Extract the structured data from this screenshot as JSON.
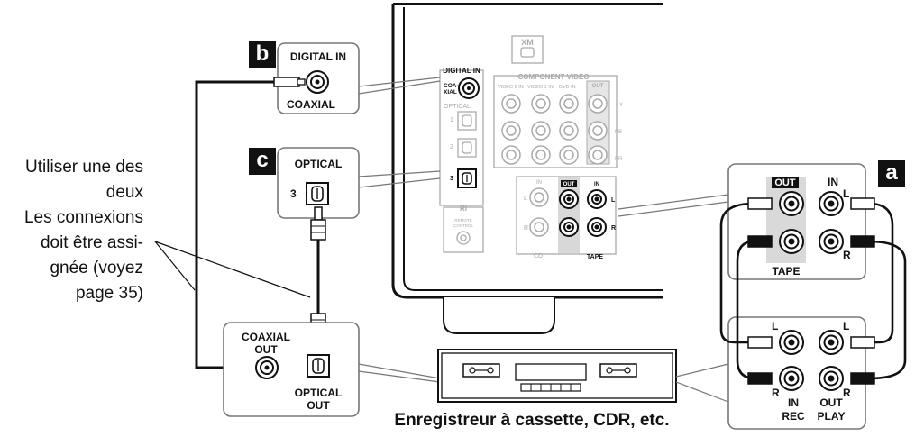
{
  "badges": {
    "b": "b",
    "c": "c",
    "a": "a"
  },
  "note": {
    "line1": "Utiliser une des",
    "line2": "deux",
    "line3": "Les connexions",
    "line4": "doit être assi-",
    "line5": "gnée (voyez",
    "line6": "page 35)"
  },
  "callout_b": {
    "title": "DIGITAL IN",
    "sub": "COAXIAL"
  },
  "callout_c": {
    "title": "OPTICAL",
    "number": "3"
  },
  "receiver": {
    "xm": "XM",
    "digital_in": "DIGITAL IN",
    "coaxial_a": "COA-",
    "coaxial_b": "XIAL",
    "optical": "OPTICAL",
    "opt1": "1",
    "opt2": "2",
    "opt3": "3",
    "component_video": "COMPONENT VIDEO",
    "video2_in": "VIDEO 2 IN",
    "video1_in": "VIDEO 1 IN",
    "dvd_in": "DVD IN",
    "out": "OUT",
    "y": "Y",
    "pb": "PB",
    "pr": "PR",
    "ri": "RI",
    "remote": "REMOTE",
    "control": "CONTROL",
    "in_label": "IN",
    "tape_out": "OUT",
    "tape_in": "IN",
    "l": "L",
    "r": "R",
    "cd": "CD",
    "tape": "TAPE"
  },
  "tape_panel": {
    "out": "OUT",
    "in": "IN",
    "l": "L",
    "r": "R",
    "tape": "TAPE"
  },
  "rec_panel": {
    "l": "L",
    "r": "R",
    "in": "IN",
    "out": "OUT",
    "rec": "REC",
    "play": "PLAY"
  },
  "device_panel": {
    "coax1": "COAXIAL",
    "coax2": "OUT",
    "opt1": "OPTICAL",
    "opt2": "OUT"
  },
  "caption": "Enregistreur à cassette, CDR, etc."
}
